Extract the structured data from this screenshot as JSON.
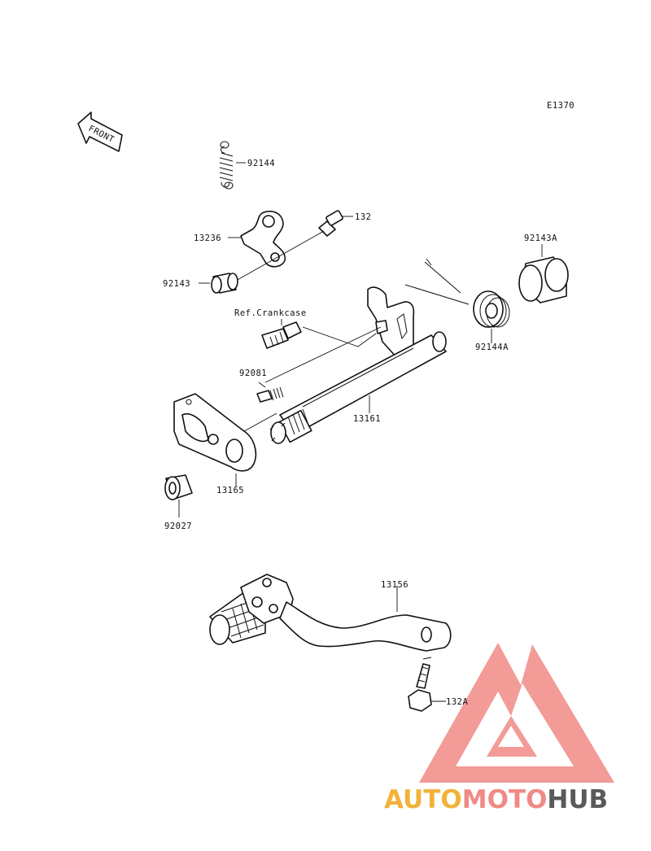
{
  "diagram": {
    "code": "E1370",
    "front_label": "FRONT",
    "ref_label": "Ref.Crankcase",
    "parts": {
      "p92144": "92144",
      "p132": "132",
      "p13236": "13236",
      "p92143A": "92143A",
      "p92143": "92143",
      "p92144A": "92144A",
      "p92081": "92081",
      "p13161": "13161",
      "p13165": "13165",
      "p92027": "92027",
      "p13156": "13156",
      "p132A": "132A"
    }
  },
  "watermark": {
    "part1": "AUTO",
    "part2": "MOTO",
    "part3": "HUB",
    "colors": {
      "auto": "#f2b23a",
      "moto": "#f08a86",
      "hub": "#5a5a5a",
      "logo": "#f08a86"
    }
  }
}
